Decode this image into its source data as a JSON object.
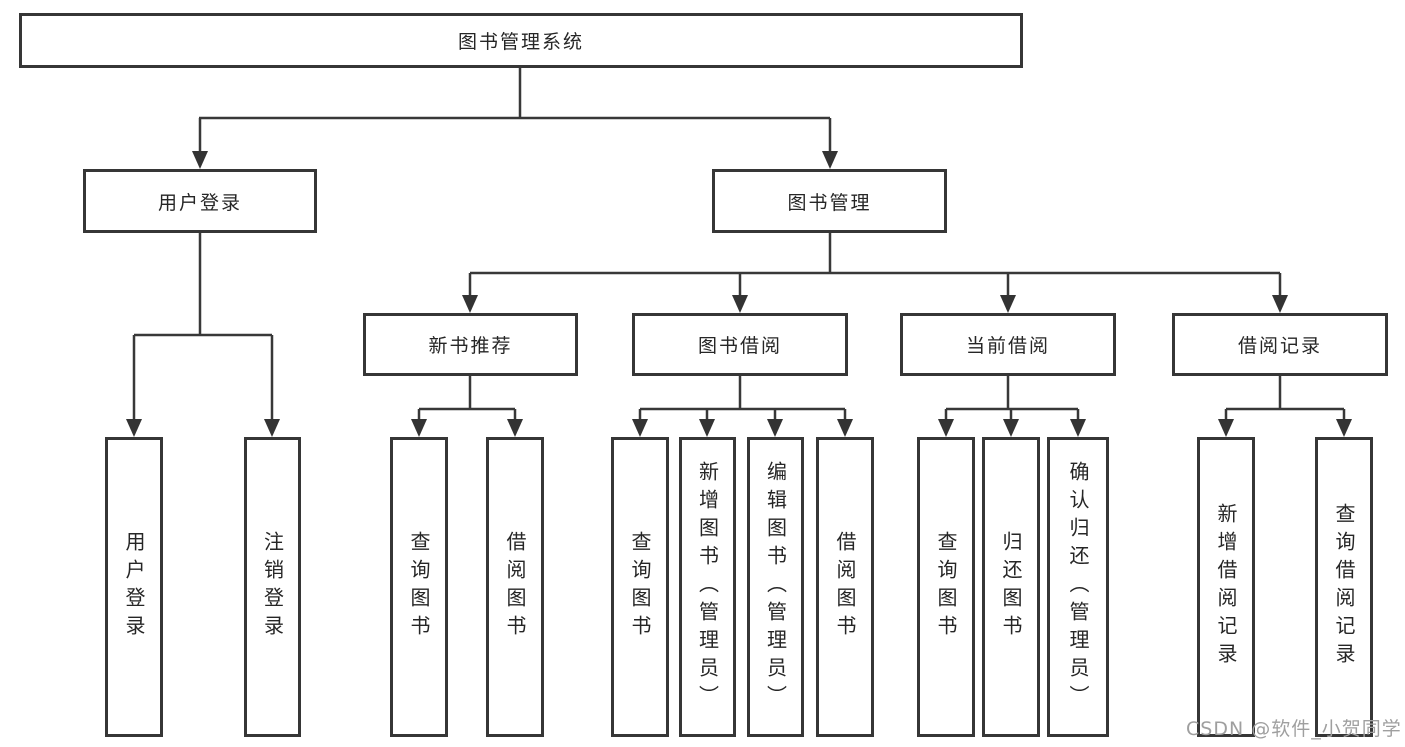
{
  "diagram": {
    "title": "图书管理系统",
    "colors": {
      "line": "#383838",
      "box_border": "#363636",
      "text": "#262626",
      "watermark": "#9f9f9f",
      "background": "#ffffff"
    },
    "level2": [
      {
        "label": "用户登录"
      },
      {
        "label": "图书管理"
      }
    ],
    "level3": [
      {
        "parent": "图书管理",
        "label": "新书推荐"
      },
      {
        "parent": "图书管理",
        "label": "图书借阅"
      },
      {
        "parent": "图书管理",
        "label": "当前借阅"
      },
      {
        "parent": "图书管理",
        "label": "借阅记录"
      }
    ],
    "leaves": [
      {
        "parent": "用户登录",
        "label": "用户登录"
      },
      {
        "parent": "用户登录",
        "label": "注销登录"
      },
      {
        "parent": "新书推荐",
        "label": "查询图书"
      },
      {
        "parent": "新书推荐",
        "label": "借阅图书"
      },
      {
        "parent": "图书借阅",
        "label": "查询图书"
      },
      {
        "parent": "图书借阅",
        "label": "新增图书（管理员）"
      },
      {
        "parent": "图书借阅",
        "label": "编辑图书（管理员）"
      },
      {
        "parent": "图书借阅",
        "label": "借阅图书"
      },
      {
        "parent": "当前借阅",
        "label": "查询图书"
      },
      {
        "parent": "当前借阅",
        "label": "归还图书"
      },
      {
        "parent": "当前借阅",
        "label": "确认归还（管理员）"
      },
      {
        "parent": "借阅记录",
        "label": "新增借阅记录"
      },
      {
        "parent": "借阅记录",
        "label": "查询借阅记录"
      }
    ],
    "watermark": "CSDN @软件_小贺同学"
  }
}
